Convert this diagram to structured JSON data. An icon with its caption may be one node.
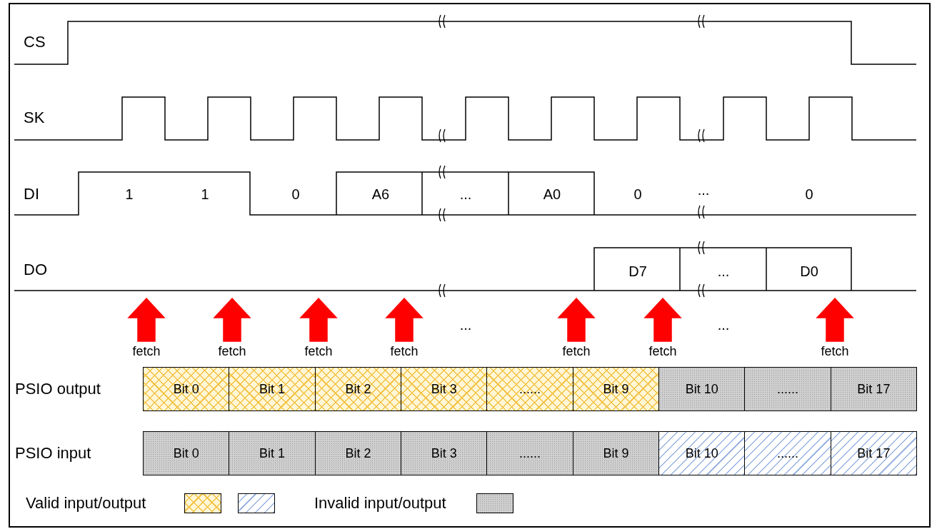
{
  "diagram": {
    "labels": [
      "CS",
      "SK",
      "DI",
      "1",
      "1",
      "0",
      "A6",
      "...",
      "A0",
      "0",
      "...",
      "0",
      "DO",
      "D7",
      "...",
      "D0",
      "...",
      "...",
      "fetch",
      "fetch",
      "fetch",
      "fetch",
      "fetch",
      "fetch",
      "fetch",
      "PSIO output",
      "Bit 0",
      "Bit 1",
      "Bit 2",
      "Bit 3",
      "......",
      "Bit 9",
      "Bit 10",
      "......",
      "Bit 17",
      "PSIO input",
      "Bit 0",
      "Bit 1",
      "Bit 2",
      "Bit 3",
      "......",
      "Bit 9",
      "Bit 10",
      "......",
      "Bit 17"
    ],
    "legend": [
      {
        "text": "Valid input/output"
      },
      {
        "text": "Invalid input/output"
      }
    ]
  }
}
